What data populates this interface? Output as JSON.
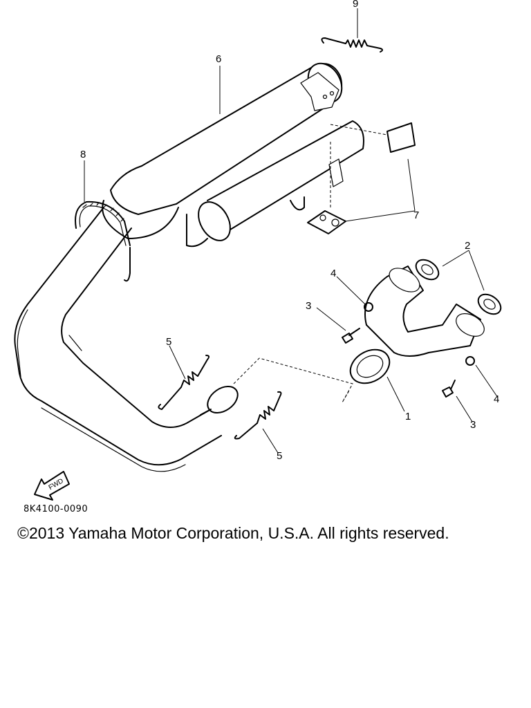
{
  "callouts": {
    "c1": "1",
    "c2": "2",
    "c3a": "3",
    "c3b": "3",
    "c4a": "4",
    "c4b": "4",
    "c5a": "5",
    "c5b": "5",
    "c6": "6",
    "c7": "7",
    "c8": "8",
    "c9": "9"
  },
  "fwd_label": "FWD",
  "ref_code": "8K4100-0090",
  "copyright": "©2013 Yamaha Motor Corporation, U.S.A. All rights reserved."
}
